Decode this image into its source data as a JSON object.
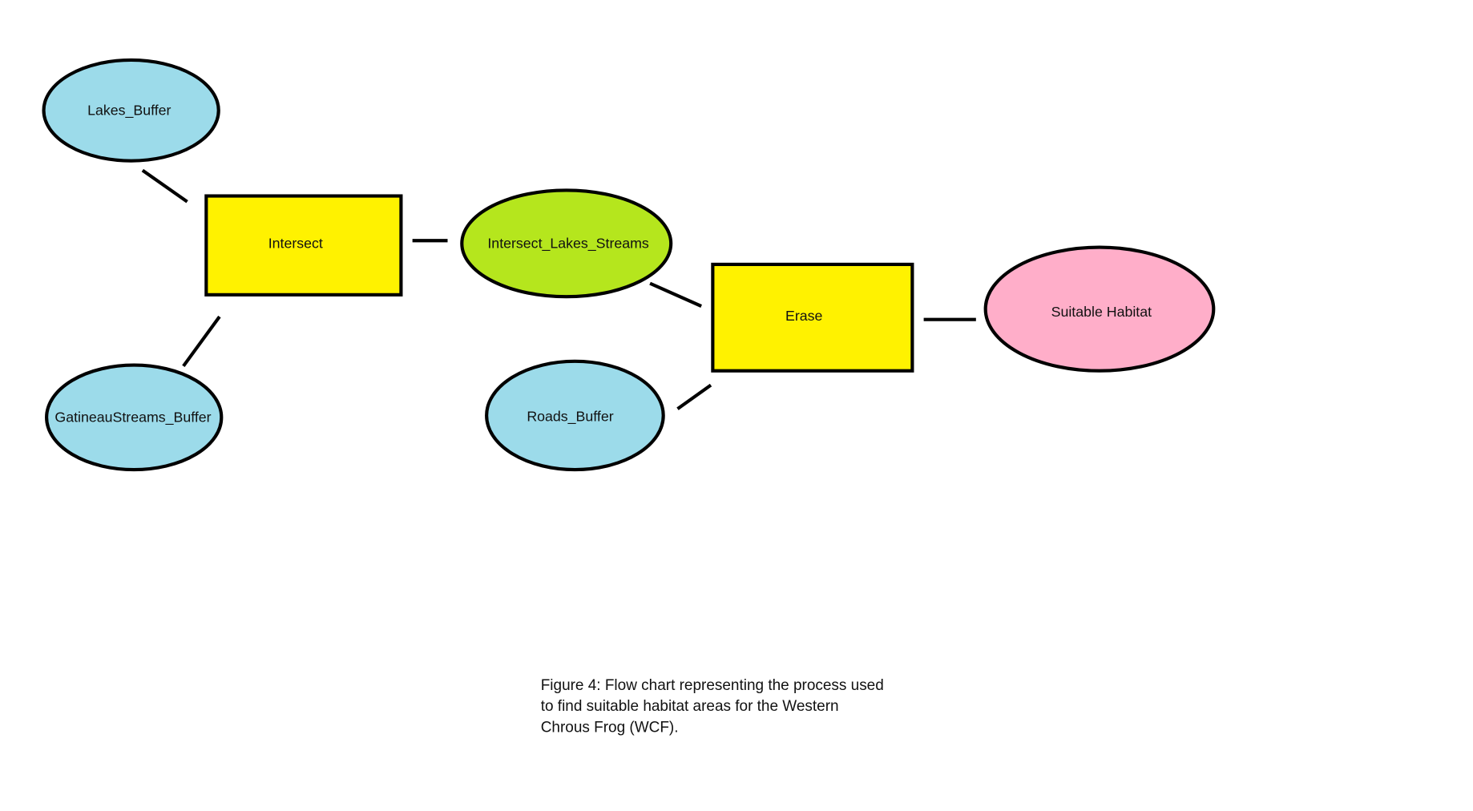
{
  "nodes": {
    "lakes_buffer": {
      "label": "Lakes_Buffer",
      "color": "#9cdbea"
    },
    "gatineau_streams_buffer": {
      "label": "GatineauStreams_Buffer",
      "color": "#9cdbea"
    },
    "intersect": {
      "label": "Intersect",
      "color": "#fff200"
    },
    "intersect_lakes_streams": {
      "label": "Intersect_Lakes_Streams",
      "color": "#b5e61d"
    },
    "roads_buffer": {
      "label": "Roads_Buffer",
      "color": "#9cdbea"
    },
    "erase": {
      "label": "Erase",
      "color": "#fff200"
    },
    "suitable_habitat": {
      "label": "Suitable Habitat",
      "color": "#ffaec9"
    }
  },
  "caption": {
    "line1": "Figure 4: Flow chart representing the process used",
    "line2": "to find suitable habitat areas for the Western",
    "line3": "Chrous Frog (WCF)."
  }
}
